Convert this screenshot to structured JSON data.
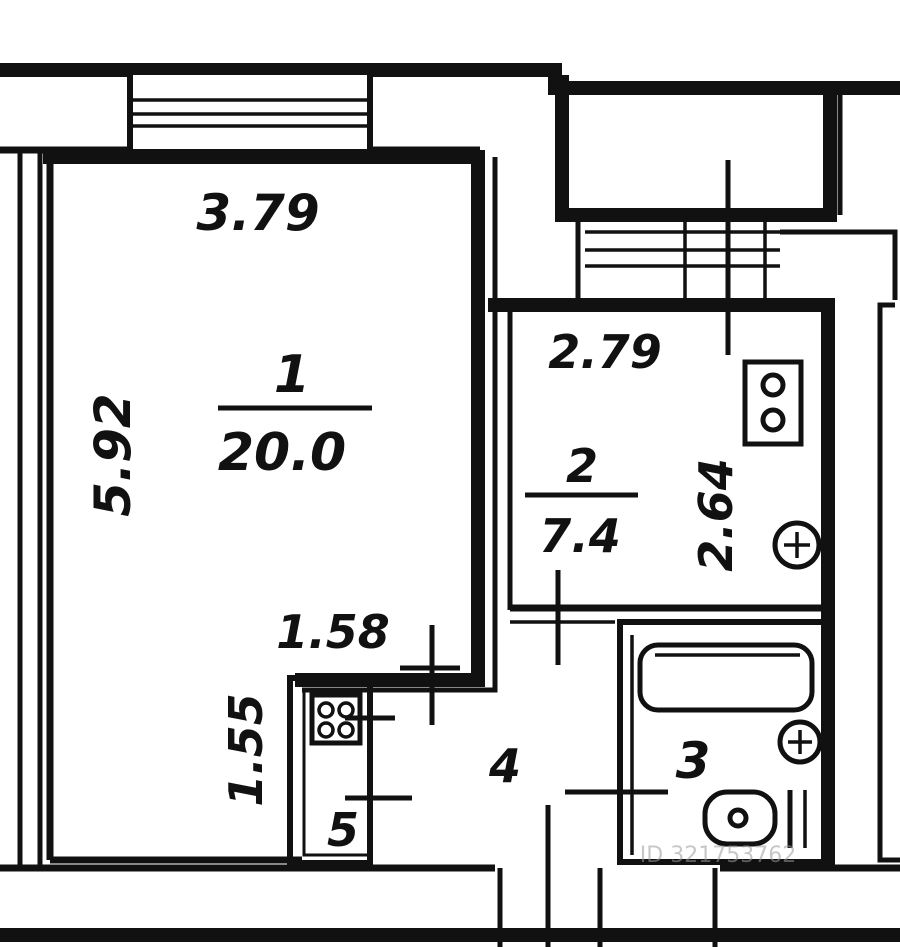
{
  "plan": {
    "rooms": [
      {
        "number": "1",
        "area": "20.0"
      },
      {
        "number": "2",
        "area": "7.4"
      },
      {
        "number": "3"
      },
      {
        "number": "4"
      },
      {
        "number": "5"
      }
    ],
    "dimensions": {
      "room1_width": "3.79",
      "room1_length": "5.92",
      "room2_width": "2.79",
      "room2_length": "2.64",
      "hall_width": "1.58",
      "hall_length": "1.55"
    },
    "watermark": "ID 321753762"
  }
}
